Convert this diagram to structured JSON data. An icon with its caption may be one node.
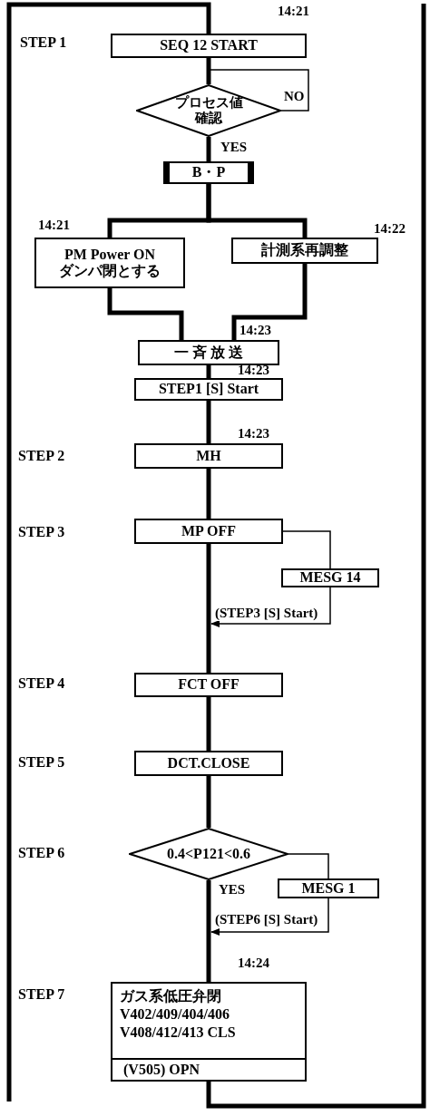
{
  "diagram": {
    "nodes": [
      {
        "text": [
          "SEQ 12 START"
        ],
        "beside": [
          "14:21"
        ]
      },
      {
        "text": [
          "プロセス値確認"
        ]
      },
      {
        "text": [
          "B・P"
        ]
      },
      {
        "text": [
          "PM Power ON ダンパ閉とする"
        ],
        "beside": [
          "14:21"
        ]
      },
      {
        "text": [
          "計測系再調整"
        ],
        "beside": [
          "14:22"
        ]
      },
      {
        "text": [
          "一 斉 放 送"
        ],
        "beside": [
          "14:23"
        ]
      },
      {
        "text": [
          "STEP1 [S] Start"
        ],
        "beside": [
          "14:23"
        ]
      },
      {
        "text": [
          "MH"
        ],
        "beside": [
          "14:23"
        ]
      },
      {
        "text": [
          "MP OFF"
        ]
      },
      {
        "text": [
          "MESG 14"
        ]
      },
      {
        "text": [
          "FCT OFF"
        ]
      },
      {
        "text": [
          "DCT.CLOSE"
        ]
      },
      {
        "text": [
          "0.4<P121<0.6"
        ]
      },
      {
        "text": [
          "MESG 1"
        ]
      },
      {
        "text": [
          "ガス系低圧弁閉 V402/409/404/406 V408/412/413 CLS",
          "(V505) OPN"
        ],
        "beside": [
          "14:24"
        ]
      }
    ],
    "edges": [
      {
        "from": 0,
        "to": 1,
        "arrow": "none"
      },
      {
        "from": 1,
        "to": 0,
        "arrow": "none",
        "label": "NO"
      },
      {
        "from": 1,
        "to": 2,
        "arrow": "none",
        "label": "YES"
      },
      {
        "from": 2,
        "to": 3,
        "arrow": "none"
      },
      {
        "from": 2,
        "to": 4,
        "arrow": "none"
      },
      {
        "from": 3,
        "to": 5,
        "arrow": "none"
      },
      {
        "from": 4,
        "to": 5,
        "arrow": "none"
      },
      {
        "from": 5,
        "to": 6,
        "arrow": "none"
      },
      {
        "from": 6,
        "to": 7,
        "arrow": "none"
      },
      {
        "from": 7,
        "to": 8,
        "arrow": "none"
      },
      {
        "from": 8,
        "to": 10,
        "arrow": "none"
      },
      {
        "from": 8,
        "to": 9,
        "arrow": "none"
      },
      {
        "from": 9,
        "to": null,
        "arrow": "to",
        "label": "(STEP3 [S] Start)"
      },
      {
        "from": 10,
        "to": 11,
        "arrow": "none"
      },
      {
        "from": 11,
        "to": 12,
        "arrow": "none"
      },
      {
        "from": 12,
        "to": 14,
        "arrow": "none",
        "label": "YES"
      },
      {
        "from": 12,
        "to": 13,
        "arrow": "none"
      },
      {
        "from": 13,
        "to": null,
        "arrow": "to",
        "label": "(STEP6 [S] Start)"
      },
      {
        "from": null,
        "to": 0,
        "arrow": "none"
      },
      {
        "from": 14,
        "to": null,
        "arrow": "none"
      }
    ],
    "labels": [
      "STEP 1",
      "STEP 2",
      "STEP 3",
      "STEP 4",
      "STEP 5",
      "STEP 6",
      "STEP 7"
    ]
  }
}
